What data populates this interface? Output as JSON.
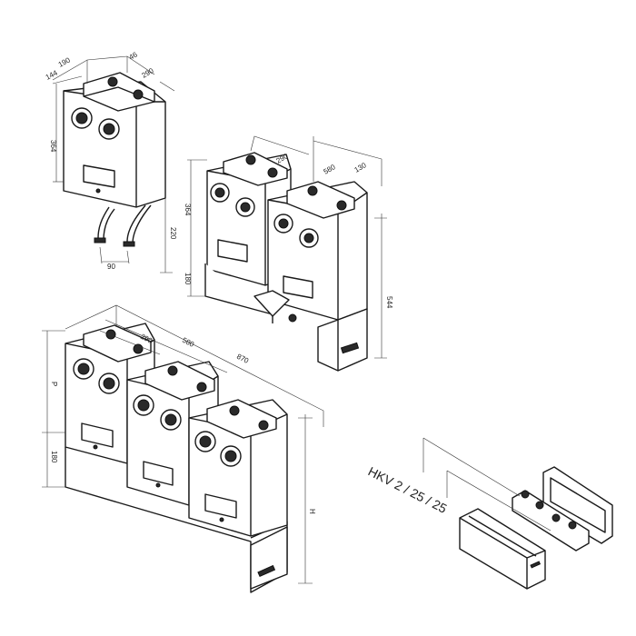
{
  "dimensions": {
    "a1": "190",
    "a2": "144",
    "a3": "46",
    "a4": "290",
    "a5": "364",
    "a6": "220",
    "a7": "90",
    "b1": "290",
    "b2": "580",
    "b3": "130",
    "b4": "364",
    "b5": "180",
    "b6": "544",
    "c1": "290",
    "c2": "580",
    "c3": "870",
    "c4": "P",
    "c5": "180",
    "c6": "H"
  },
  "product_label": "HKV 2 / 25 / 25"
}
